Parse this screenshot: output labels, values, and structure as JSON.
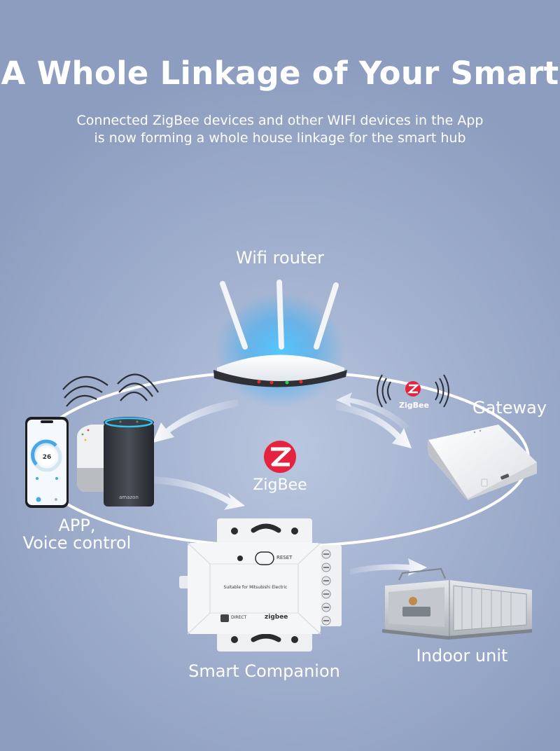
{
  "header": {
    "title": "A Whole Linkage of Your Smart",
    "subtitle_line1": "Connected ZigBee devices and other WIFI devices in the App",
    "subtitle_line2": "is now forming a whole house linkage for the smart hub"
  },
  "diagram": {
    "router_label": "Wifi router",
    "gateway_label": "Gateway",
    "app_label_line1": "APP,",
    "app_label_line2": "Voice control",
    "companion_label": "Smart Companion",
    "indoor_label": "Indoor unit",
    "center_protocol_label": "ZigBee",
    "gateway_protocol_label": "ZigBee"
  },
  "phone": {
    "temperature": "26"
  },
  "speaker": {
    "brand_text": "amazon"
  },
  "companion_device": {
    "reset_text": "RESET",
    "suitable_text": "Suitable for Mitsubishi Electric",
    "wifi_badge_text": "DIRECT",
    "zigbee_text": "zigbee"
  },
  "colors": {
    "zigbee_red": "#e5233f",
    "background": "#a3b2d0",
    "router_led_red": "#e62b2b",
    "router_led_green": "#2fd44a"
  }
}
